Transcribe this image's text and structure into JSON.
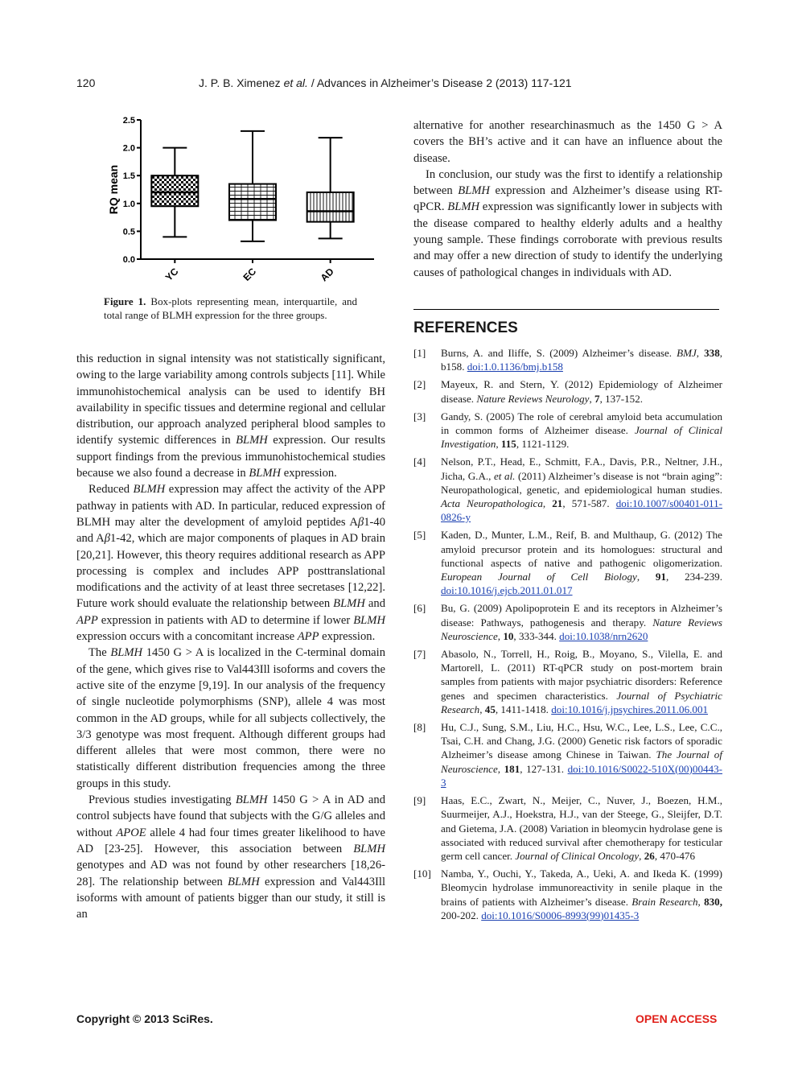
{
  "header": {
    "page_number": "120",
    "authors": "J. P. B. Ximenez ",
    "etal": "et al.",
    "journal": " / Advances in Alzheimer’s Disease 2 (2013) 117-121"
  },
  "figure": {
    "caption_label": "Figure 1.",
    "caption_text": " Box-plots representing mean, interquartile, and total range of BLMH expression for the three groups.",
    "chart_data": {
      "type": "boxplot",
      "ylabel": "RQ mean",
      "ylim": [
        0.0,
        2.5
      ],
      "yticks": [
        "0.0",
        "0.5",
        "1.0",
        "1.5",
        "2.0",
        "2.5"
      ],
      "categories": [
        "YC",
        "EC",
        "AD"
      ],
      "boxes": [
        {
          "min": 0.4,
          "q1": 0.95,
          "median": 1.2,
          "q3": 1.5,
          "max": 2.0,
          "pattern": "check"
        },
        {
          "min": 0.32,
          "q1": 0.7,
          "median": 1.08,
          "q3": 1.35,
          "max": 2.3,
          "pattern": "brick"
        },
        {
          "min": 0.37,
          "q1": 0.67,
          "median": 0.86,
          "q3": 1.2,
          "max": 2.18,
          "pattern": "vlines"
        }
      ]
    }
  },
  "left_column": [
    "this reduction in signal intensity was not statistically significant, owing to the large variability among controls subjects [11]. While immunohistochemical analysis can be used to identify BH availability in specific tissues and determine regional and cellular distribution, our approach analyzed peripheral blood samples to identify systemic differences in <i>BLMH</i> expression. Our results support findings from the previous immunohistochemical studies because we also found a decrease in <i>BLMH</i> expression.",
    "Reduced <i>BLMH</i> expression may affect the activity of the APP pathway in patients with AD. In particular, reduced expression of BLMH may alter the development of amyloid peptides A<i>β</i>1-40 and A<i>β</i>1-42, which are major components of plaques in AD brain [20,21]. However, this theory requires additional research as APP processing is complex and includes APP posttranslational modifications and the activity of at least three secretases [12,22]. Future work should evaluate the relationship between <i>BLMH</i> and <i>APP</i> expression in patients with AD to determine if lower <i>BLMH</i> expression occurs with a concomitant increase <i>APP</i> expression.",
    "The <i>BLMH</i> 1450 G > A is localized in the C-terminal domain of the gene, which gives rise to Val443Ill isoforms and covers the active site of the enzyme [9,19]. In our analysis of the frequency of single nucleotide polymorphisms (SNP), allele 4 was most common in the AD groups, while for all subjects collectively, the 3/3 genotype was most frequent. Although different groups had different alleles that were most common, there were no statistically different distribution frequencies among the three groups in this study.",
    "Previous studies investigating <i>BLMH</i> 1450 G > A in AD and control subjects have found that subjects with the G/G alleles and without <i>APOE</i> allele 4 had four times greater likelihood to have AD [23-25]. However, this association between <i>BLMH</i> genotypes and AD was not found by other researchers [18,26-28]. The relationship between <i>BLMH</i> expression and Val443Ill isoforms with amount of patients bigger than our study, it still is an"
  ],
  "right_column": [
    "alternative for another researchinasmuch as the 1450 G > A covers the BH’s active and it can have an influence about the disease.",
    "In conclusion, our study was the first to identify a relationship between <i>BLMH</i> expression and Alzheimer’s disease using RT-qPCR. <i>BLMH</i> expression was significantly lower in subjects with the disease compared to healthy elderly adults and a healthy young sample. These findings corroborate with previous results and may offer a new direction of study to identify the underlying causes of pathological changes in individuals with AD."
  ],
  "references_heading": "REFERENCES",
  "references": [
    {
      "num": "[1]",
      "html": "Burns, A. and Iliffe, S. (2009) Alzheimer’s disease. <i>BMJ</i>, <b>338</b>, b158. <a>doi:1.0.1136/bmj.b158</a>"
    },
    {
      "num": "[2]",
      "html": "Mayeux, R. and Stern, Y. (2012) Epidemiology of Alzheimer disease. <i>Nature Reviews Neurology</i>, <b>7</b>, 137-152."
    },
    {
      "num": "[3]",
      "html": "Gandy, S. (2005) The role of cerebral amyloid beta accumulation in common forms of Alzheimer disease. <i>Journal of Clinical Investigation</i>, <b>115</b>, 1121-1129."
    },
    {
      "num": "[4]",
      "html": "Nelson, P.T., Head, E., Schmitt, F.A., Davis, P.R., Neltner, J.H., Jicha, G.A., <i>et al.</i> (2011) Alzheimer’s disease is not “brain aging”: Neuropathological, genetic, and epidemiological human studies. <i>Acta Neuropathologica</i>, <b>21</b>, 571-587. <a>doi:10.1007/s00401-011-0826-y</a>"
    },
    {
      "num": "[5]",
      "html": "Kaden, D., Munter, L.M., Reif, B. and Multhaup, G. (2012) The amyloid precursor protein and its homologues: structural and functional aspects of native and pathogenic oligomerization. <i>European Journal of Cell Biology</i>, <b>91</b>, 234-239. <a>doi:10.1016/j.ejcb.2011.01.017</a>"
    },
    {
      "num": "[6]",
      "html": "Bu, G. (2009) Apolipoprotein E and its receptors in Alzheimer’s disease: Pathways, pathogenesis and therapy. <i>Nature Reviews Neuroscience</i>, <b>10</b>, 333-344. <a>doi:10.1038/nrn2620</a>"
    },
    {
      "num": "[7]",
      "html": "Abasolo, N., Torrell, H., Roig, B., Moyano, S., Vilella, E. and Martorell, L. (2011) RT-qPCR study on post-mortem brain samples from patients with major psychiatric disorders: Reference genes and specimen characteristics. <i>Journal of Psychiatric Research</i>, <b>45</b>, 1411-1418. <a>doi:10.1016/j.jpsychires.2011.06.001</a>"
    },
    {
      "num": "[8]",
      "html": "Hu, C.J., Sung, S.M., Liu, H.C., Hsu, W.C., Lee, L.S., Lee, C.C., Tsai, C.H. and Chang, J.G. (2000) Genetic risk factors of sporadic Alzheimer’s disease among Chinese in Taiwan. <i>The Journal of Neuroscience</i>, <b>181</b>, 127-131. <a>doi:10.1016/S0022-510X(00)00443-3</a>"
    },
    {
      "num": "[9]",
      "html": "Haas, E.C., Zwart, N., Meijer, C., Nuver, J., Boezen, H.M., Suurmeijer, A.J., Hoekstra, H.J., van der Steege, G., Sleijfer, D.T. and Gietema, J.A. (2008) Variation in bleomycin hydrolase gene is associated with reduced survival after chemotherapy for testicular germ cell cancer. <i>Journal of Clinical Oncology</i>, <b>26</b>, 470-476"
    },
    {
      "num": "[10]",
      "html": "Namba, Y., Ouchi, Y., Takeda, A., Ueki, A. and Ikeda K. (1999) Bleomycin hydrolase immunoreactivity in senile plaque in the brains of patients with Alzheimer’s disease. <i>Brain Research</i>, <b>830,</b> 200-202. <a>doi:10.1016/S0006-8993(99)01435-3</a>"
    }
  ],
  "footer": {
    "copyright": "Copyright © 2013 SciRes.",
    "open_access": "OPEN ACCESS"
  },
  "colors": {
    "link": "#1a3fb0",
    "open_access": "#e0201a"
  }
}
